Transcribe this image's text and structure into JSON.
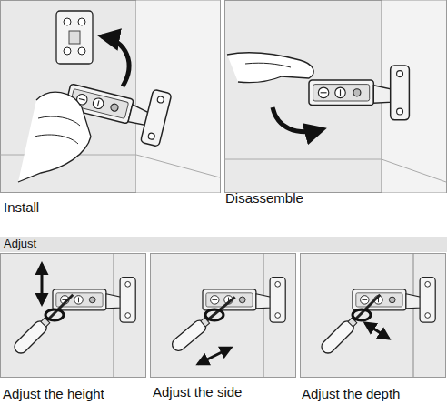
{
  "diagram": {
    "nodes": [
      {
        "text": [
          "Adjust"
        ]
      }
    ],
    "labels": [
      "Install",
      "Disassemble",
      "Adjust the height",
      "Adjust the side",
      "Adjust the depth"
    ]
  }
}
